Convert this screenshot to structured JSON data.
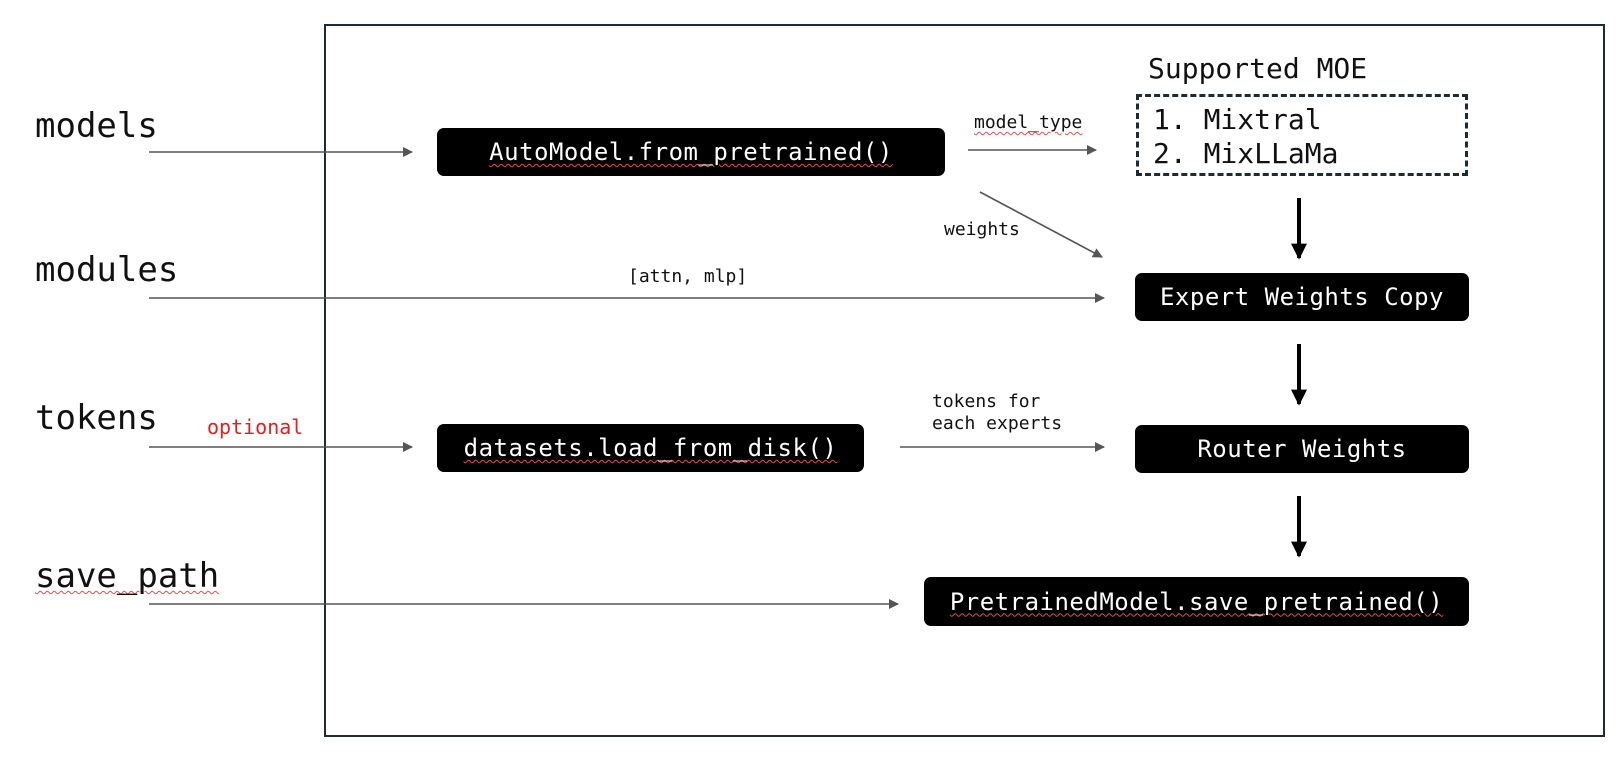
{
  "inputs": {
    "models": "models",
    "modules": "modules",
    "tokens": "tokens",
    "save_path": "save_path"
  },
  "edge_labels": {
    "optional": "optional",
    "model_type": "model_type",
    "weights": "weights",
    "modules_list": "[attn, mlp]",
    "tokens_for_experts": "tokens for\neach experts"
  },
  "nodes": {
    "automodel": "AutoModel.from_pretrained()",
    "datasets": "datasets.load_from_disk()",
    "expert_weights": "Expert Weights Copy",
    "router_weights": "Router Weights",
    "save": "PretrainedModel.save_pretrained()"
  },
  "supported_moe": {
    "title": "Supported MOE",
    "items": [
      "1. Mixtral",
      "2. MixLLaMa"
    ]
  },
  "colors": {
    "frame": "#1f2a33",
    "node_bg": "#000000",
    "node_text": "#ffffff",
    "arrow": "#555555",
    "optional": "#e02020"
  }
}
